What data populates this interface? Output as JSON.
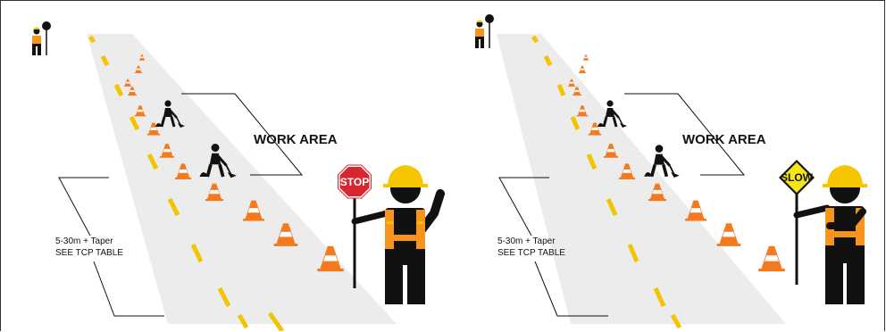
{
  "panels": [
    {
      "id": "stop-panel",
      "work_area_label": "WORK AREA",
      "distance_line1": "5-30m + Taper",
      "distance_line2": "SEE TCP TABLE",
      "sign_text": "STOP",
      "sign_color": "#d7262e"
    },
    {
      "id": "slow-panel",
      "work_area_label": "WORK AREA",
      "distance_line1": "5-30m + Taper",
      "distance_line2": "SEE TCP TABLE",
      "sign_text": "SLOW",
      "sign_color": "#f5e61a"
    }
  ],
  "colors": {
    "road": "#ececec",
    "centerline": "#f2c500",
    "cone": "#f47a20",
    "vest": "#f7941d",
    "helmet": "#f6c500",
    "figure": "#111111"
  }
}
